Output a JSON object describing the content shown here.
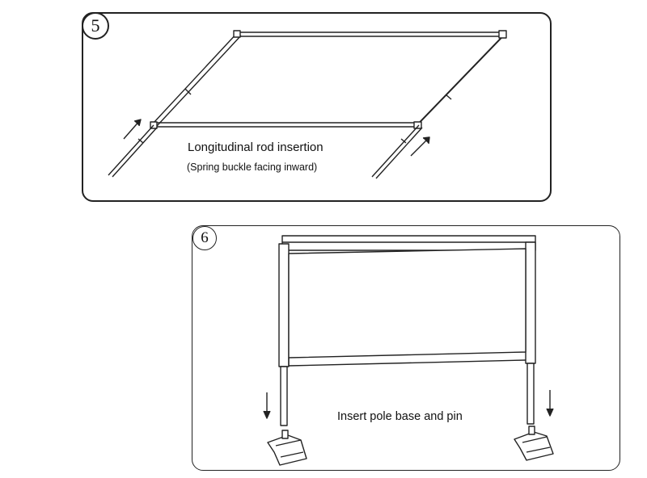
{
  "steps": [
    {
      "number": "5",
      "caption": "Longitudinal rod insertion",
      "note": "(Spring buckle facing inward)"
    },
    {
      "number": "6",
      "caption": "Insert pole base and pin"
    }
  ]
}
